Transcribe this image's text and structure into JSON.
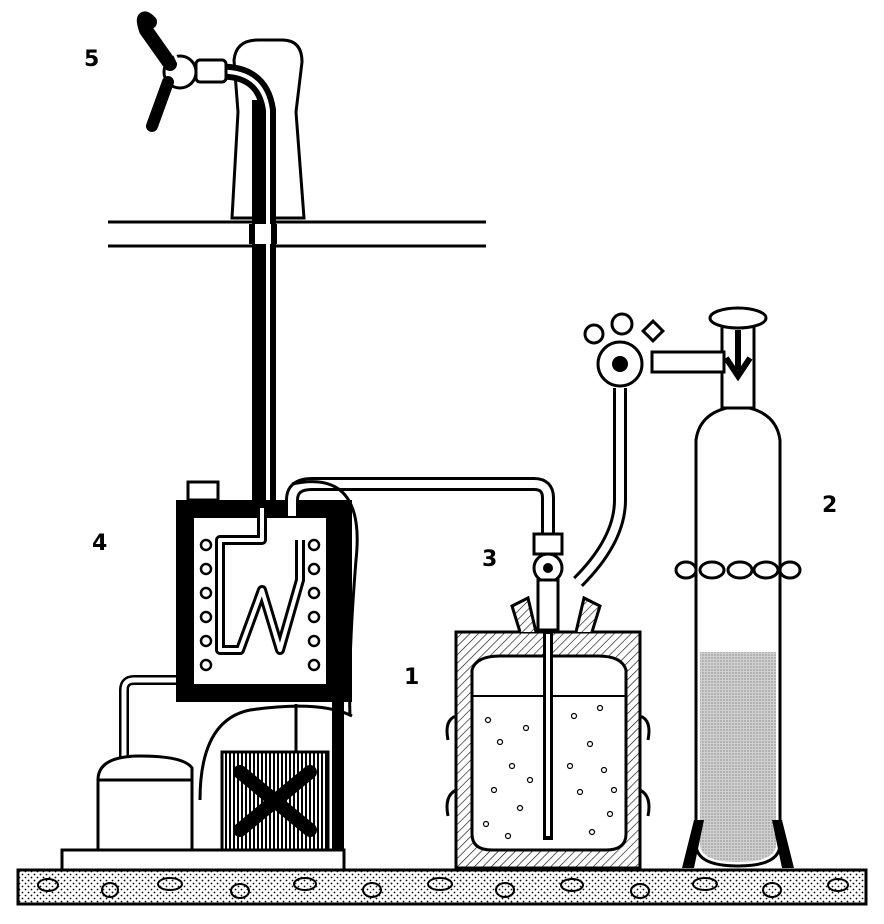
{
  "callouts": {
    "keg": "1",
    "co2_cylinder": "2",
    "keg_coupler": "3",
    "cooler": "4",
    "tap": "5"
  },
  "colors": {
    "ink": "#000000",
    "paper": "#ffffff",
    "liquid_fill": "#c8c8c8",
    "ground_fill": "#ffffff"
  }
}
